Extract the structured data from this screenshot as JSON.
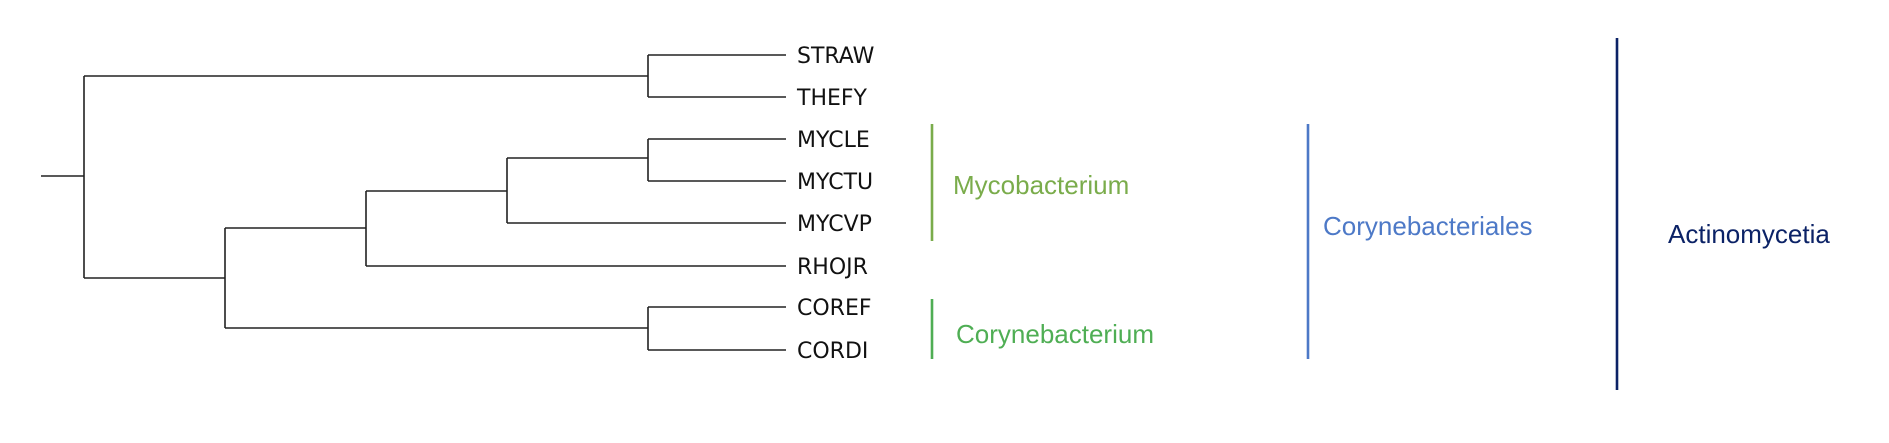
{
  "tree": {
    "leaves": [
      {
        "name": "STRAW"
      },
      {
        "name": "THEFY"
      },
      {
        "name": "MYCLE"
      },
      {
        "name": "MYCTU"
      },
      {
        "name": "MYCVP"
      },
      {
        "name": "RHOJR"
      },
      {
        "name": "COREF"
      },
      {
        "name": "CORDI"
      }
    ],
    "topology": "((STRAW,THEFY),((((MYCLE,MYCTU),MYCVP),RHOJR),(COREF,CORDI)))"
  },
  "clades": {
    "mycobacterium": {
      "label": "Mycobacterium",
      "color": "#7aac4b"
    },
    "corynebacterium": {
      "label": "Corynebacterium",
      "color": "#4fae54"
    },
    "corynebacteriales": {
      "label": "Corynebacteriales",
      "color": "#4d79c7"
    },
    "actinomycetia": {
      "label": "Actinomycetia",
      "color": "#0b2266"
    }
  },
  "branch_color": "#222222"
}
